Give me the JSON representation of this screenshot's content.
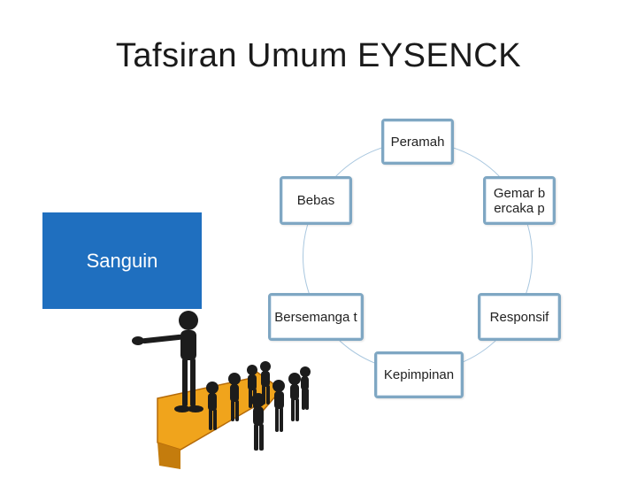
{
  "title": "Tafsiran Umum EYSENCK",
  "category": "Sanguin",
  "traits": {
    "peramah": "Peramah",
    "gemar": "Gemar bercaka p",
    "bebas": "Bebas",
    "bersemangat": "Bersemanga t",
    "responsif": "Responsif",
    "kepimpinan": "Kepimpinan"
  },
  "colors": {
    "accent_box": "#1f6fbf",
    "node_border": "#7fa7c3",
    "circle_line": "#a9c7df",
    "arrow": "#f0a41c"
  }
}
